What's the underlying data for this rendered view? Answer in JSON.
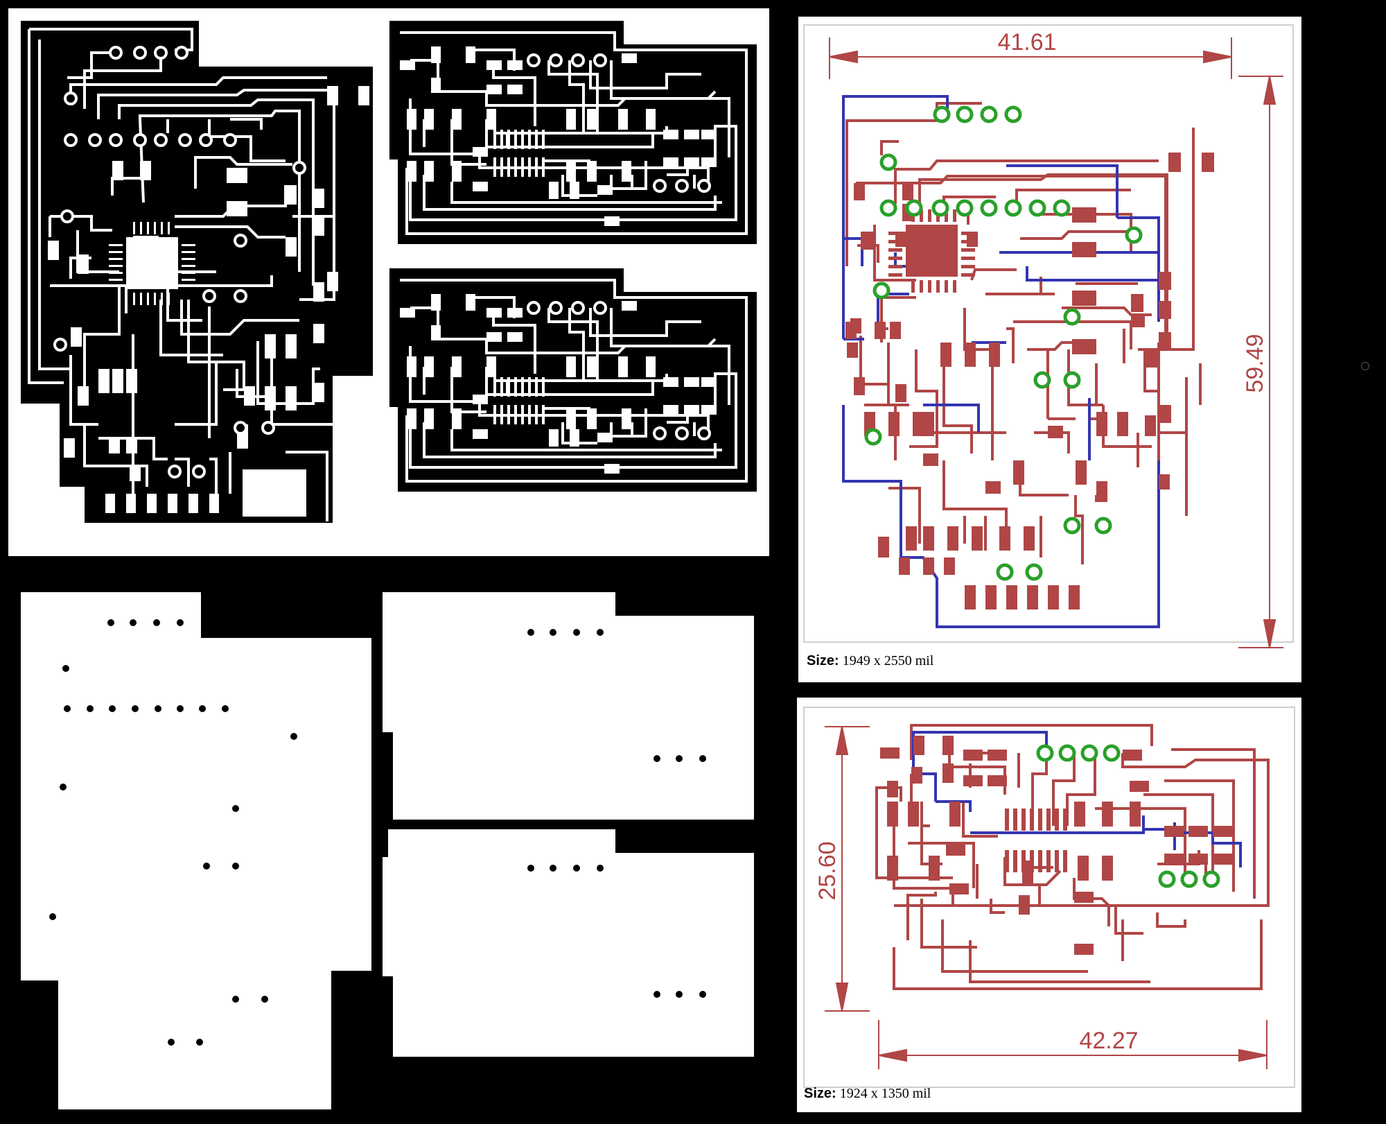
{
  "colors": {
    "background": "#000000",
    "mask_white": "#ffffff",
    "eda_top_copper": "#b04646",
    "eda_bottom_copper": "#3535b0",
    "eda_pad": "#2aa02a",
    "eda_frame": "#cfcfcf"
  },
  "panels": {
    "trace_mask": {
      "label": "copper trace mask (white traces on black)"
    },
    "drill_mask": {
      "label": "drill hole mask (black holes on white)"
    }
  },
  "eda_main": {
    "dim_width": "41.61",
    "dim_height": "59.49",
    "size_title": "Size:",
    "size_value": "1949 x 2550 mil"
  },
  "eda_small": {
    "dim_width": "42.27",
    "dim_height": "25.60",
    "size_title": "Size:",
    "size_value": "1924 x 1350 mil"
  },
  "icons": {
    "faint_dot": "circle-outline-icon"
  }
}
